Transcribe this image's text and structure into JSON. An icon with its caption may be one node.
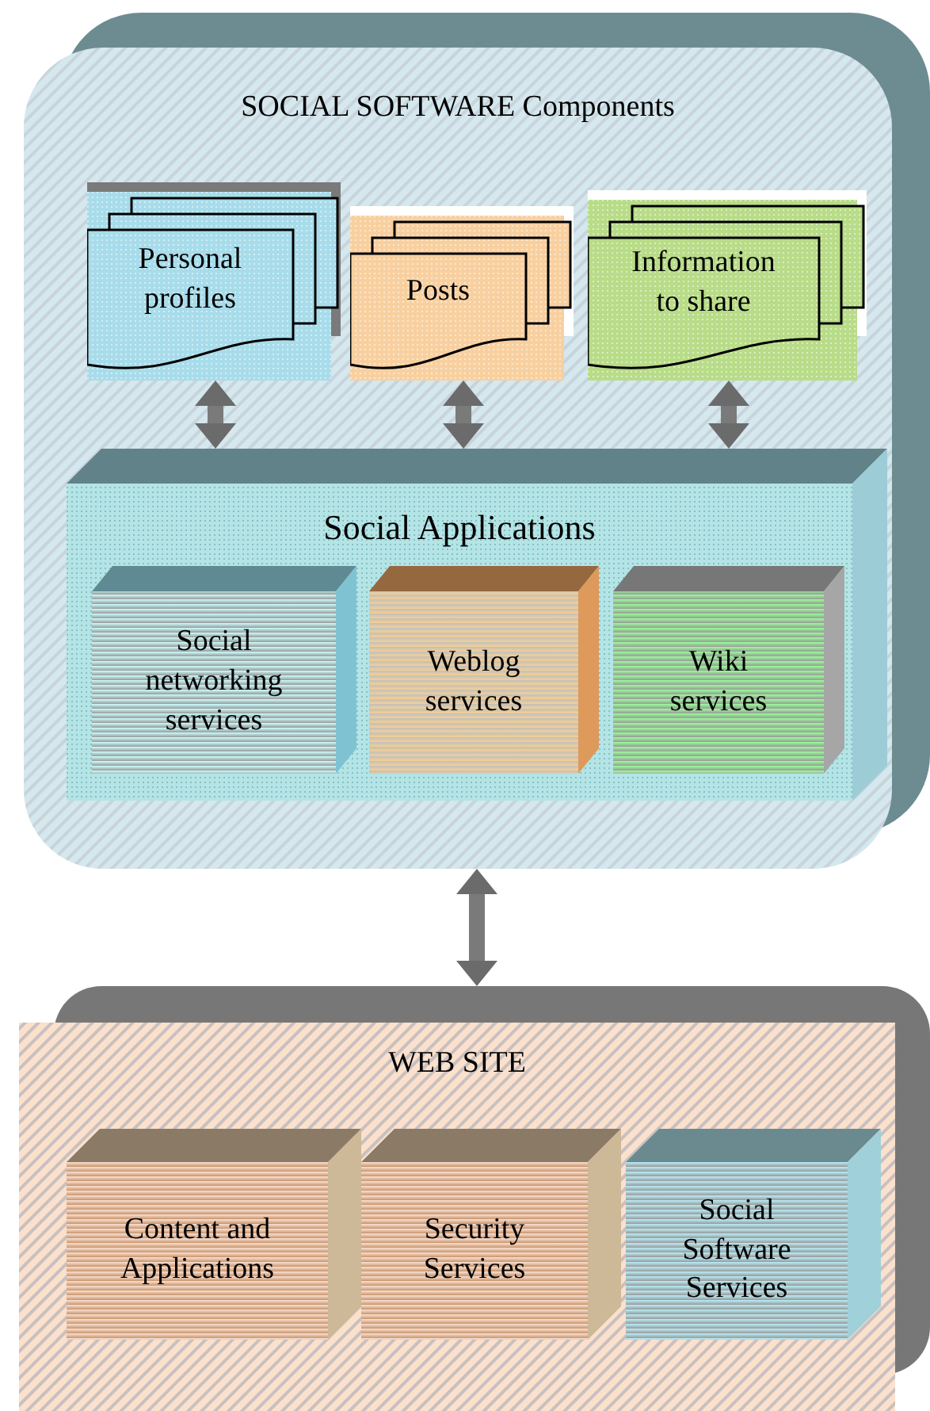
{
  "diagram": {
    "nodes": [
      {
        "text": [
          "SOCIAL SOFTWARE Components"
        ]
      },
      {
        "text": [
          "Personal profiles"
        ],
        "in": 0
      },
      {
        "text": [
          "Posts"
        ],
        "in": 0
      },
      {
        "text": [
          "Information to share"
        ],
        "in": 0
      },
      {
        "text": [
          "Social Applications"
        ],
        "in": 0
      },
      {
        "text": [
          "Social networking services"
        ],
        "in": 4
      },
      {
        "text": [
          "Weblog services"
        ],
        "in": 4
      },
      {
        "text": [
          "Wiki services"
        ],
        "in": 4
      },
      {
        "text": [
          "WEB SITE"
        ]
      },
      {
        "text": [
          "Content and Applications"
        ],
        "in": 8
      },
      {
        "text": [
          "Security Services"
        ],
        "in": 8
      },
      {
        "text": [
          "Social Software Services"
        ],
        "in": 8
      }
    ],
    "edges": [
      {
        "from": 1,
        "to": 4,
        "arrow": "both"
      },
      {
        "from": 2,
        "to": 4,
        "arrow": "both"
      },
      {
        "from": 3,
        "to": 4,
        "arrow": "both"
      },
      {
        "from": 0,
        "to": 8,
        "arrow": "both"
      }
    ]
  }
}
